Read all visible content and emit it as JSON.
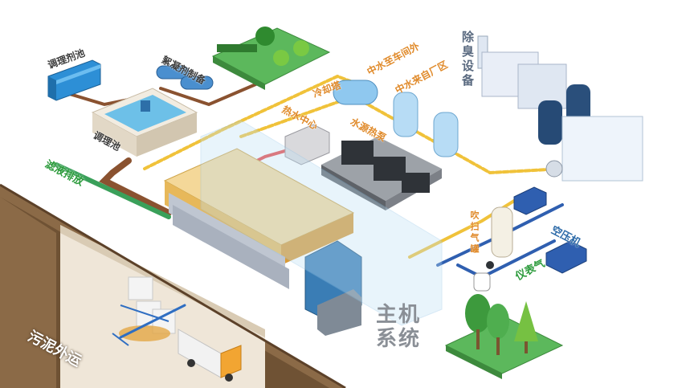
{
  "labels": {
    "sludge_tank": "调理剂池",
    "conditioning_pool": "调理池",
    "reagent_prep": "絮凝剂制备",
    "filtrate_discharge": "滤液排放",
    "hot_water_center": "热水中心",
    "cooling_tower": "冷却塔",
    "water_source_heat_pump": "水源热泵",
    "reclaimed_outside": "中水至车间外",
    "reclaimed_from_plant": "中水来自厂区",
    "deodorization": "除臭设备",
    "blow_gas_tank": "吹扫气罐",
    "air_compressor": "空压机",
    "instrument_gas": "仪表气",
    "main_machine": "主机系统",
    "sludge_transport": "污泥外运"
  }
}
